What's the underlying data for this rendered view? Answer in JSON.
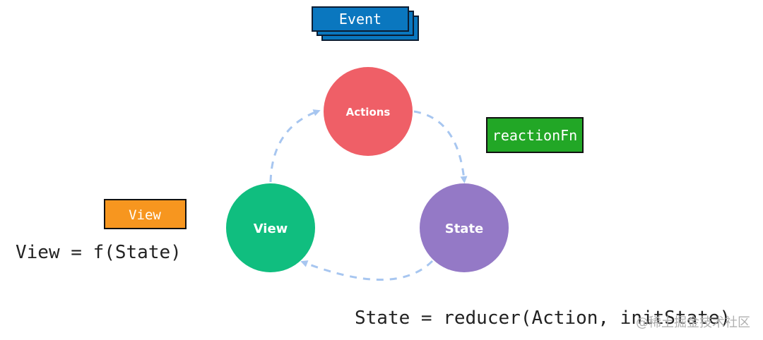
{
  "nodes": {
    "actions": {
      "label": "Actions",
      "color": "#ef5f67"
    },
    "view": {
      "label": "View",
      "color": "#10be7f"
    },
    "state": {
      "label": "State",
      "color": "#9479c6"
    }
  },
  "tags": {
    "event": {
      "label": "Event",
      "color": "#0a77bf"
    },
    "reaction_fn": {
      "label": "reactionFn",
      "color": "#22a726"
    },
    "view": {
      "label": "View",
      "color": "#f7961f"
    }
  },
  "formulas": {
    "view": "View = f(State)",
    "state": "State = reducer(Action, initState)"
  },
  "watermark": "@稀土掘金技术社区",
  "colors": {
    "arrow": "#a7c6f0",
    "text": "#222222"
  }
}
